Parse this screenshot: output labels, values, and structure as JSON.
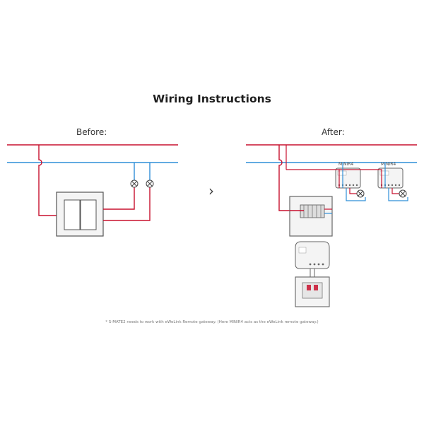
{
  "title": "Wiring Instructions",
  "before_caption": "Before:",
  "after_caption": "After:",
  "arrow_glyph": "›",
  "module_label_1": "MINIR4",
  "module_label_2": "MINIR4",
  "footnote": "* S-MATE2 needs to work with eWeLink Remote gateway. (Here MINIR4 acts as the eWeLink remote gateway.)",
  "colors": {
    "live": "#c8102e",
    "neutral": "#2f8fd8",
    "line": "#666666",
    "device": "#f4f4f4"
  },
  "icons": [
    "lamp-icon",
    "chevron-right-icon"
  ]
}
